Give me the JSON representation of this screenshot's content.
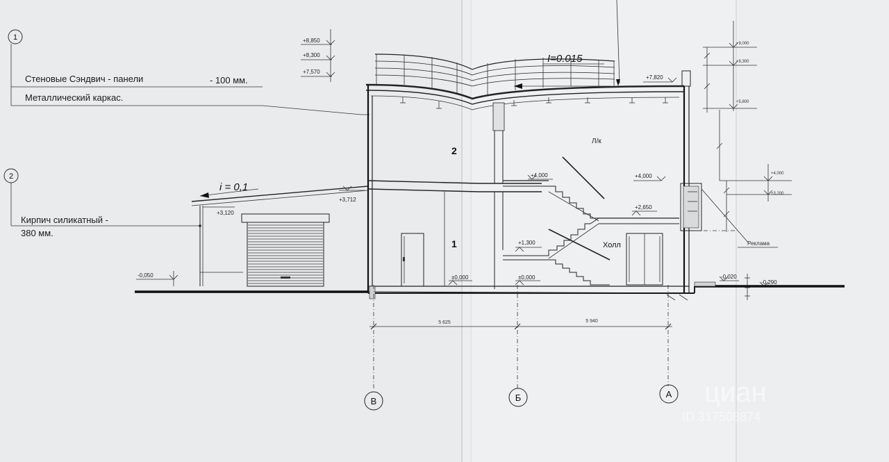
{
  "notes": [
    {
      "number": "1",
      "line1": "Стеновые Сэндвич - панели",
      "thickness": "- 100 мм.",
      "line2": "Металлический каркас."
    },
    {
      "number": "2",
      "line1": "Кирпич силикатный  -",
      "line2": "380 мм."
    }
  ],
  "levels": {
    "l8850": "+8,850",
    "l8300": "+8,300",
    "l7570": "+7,570",
    "l7820": "+7,820",
    "l4000a": "+4,000",
    "l4000b": "+4,000",
    "l2650": "+2,650",
    "l1300": "+1,300",
    "l0000a": "±0,000",
    "l0000b": "±0,000",
    "l3120": "+3,120",
    "l3712": "+3,712",
    "lm0050": "-0,050",
    "lm0020": "-0,020",
    "lm0290": "-0,290",
    "r9000": "+9,000",
    "r8300": "+8,300",
    "r6800": "+5,800",
    "r4000": "+4,000",
    "r3200": "+3,200"
  },
  "slopes": {
    "roof_main": "I=0.015",
    "roof_low": "i = 0,1"
  },
  "rooms": {
    "second_floor": "2",
    "first_floor": "1",
    "lounge": "Л/к",
    "hall": "Холл",
    "advert": "Реклама"
  },
  "dimensions": {
    "span_vb": "5 625",
    "span_ba": "5 940"
  },
  "axes": {
    "v": "В",
    "b": "Б",
    "a": "А"
  },
  "watermark": {
    "brand": "циан",
    "id": "ID 317508874"
  },
  "colors": {
    "paper": "#eceef0",
    "ink": "#1a1a1a"
  }
}
